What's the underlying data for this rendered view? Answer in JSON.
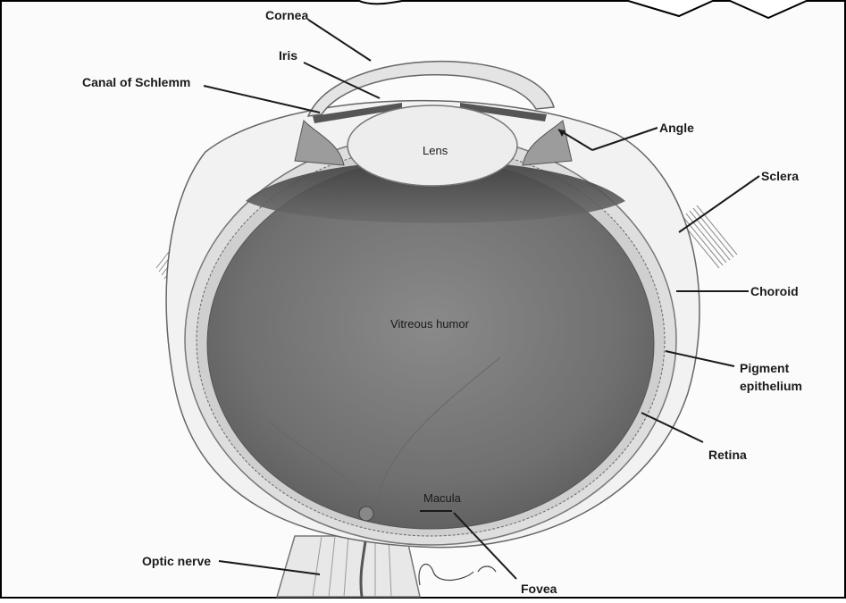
{
  "diagram": {
    "labels": {
      "cornea": "Cornea",
      "iris": "Iris",
      "canal_of_schlemm": "Canal of Schlemm",
      "lens": "Lens",
      "angle": "Angle",
      "sclera": "Sclera",
      "choroid": "Choroid",
      "vitreous_humor": "Vitreous humor",
      "pigment_epithelium_line1": "Pigment",
      "pigment_epithelium_line2": "epithelium",
      "retina": "Retina",
      "macula": "Macula",
      "optic_nerve": "Optic nerve",
      "fovea": "Fovea"
    }
  }
}
